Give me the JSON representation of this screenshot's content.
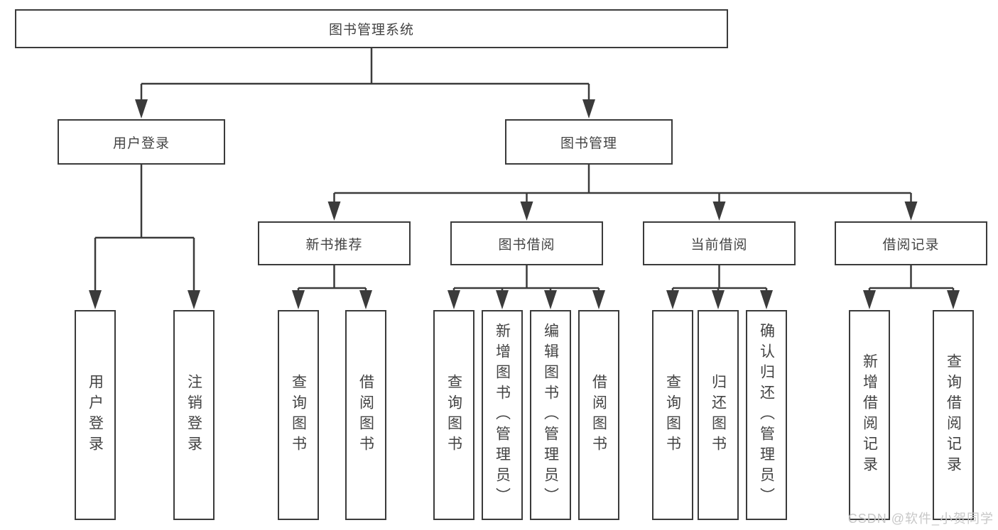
{
  "tree": {
    "root": {
      "label": "图书管理系统"
    },
    "branches": [
      {
        "label": "用户登录",
        "children": [
          {
            "label": "用户登录"
          },
          {
            "label": "注销登录"
          }
        ]
      },
      {
        "label": "图书管理",
        "children": [
          {
            "label": "新书推荐",
            "children": [
              {
                "label": "查询图书"
              },
              {
                "label": "借阅图书"
              }
            ]
          },
          {
            "label": "图书借阅",
            "children": [
              {
                "label": "查询图书"
              },
              {
                "label": "新增图书（管理员）"
              },
              {
                "label": "编辑图书（管理员）"
              },
              {
                "label": "借阅图书"
              }
            ]
          },
          {
            "label": "当前借阅",
            "children": [
              {
                "label": "查询图书"
              },
              {
                "label": "归还图书"
              },
              {
                "label": "确认归还（管理员）"
              }
            ]
          },
          {
            "label": "借阅记录",
            "children": [
              {
                "label": "新增借阅记录"
              },
              {
                "label": "查询借阅记录"
              }
            ]
          }
        ]
      }
    ]
  },
  "watermark": "CSDN @软件_小贺同学",
  "colors": {
    "line": "#3b3b3b",
    "text": "#434343",
    "watermark": "#c7c7c7",
    "background": "#ffffff"
  }
}
